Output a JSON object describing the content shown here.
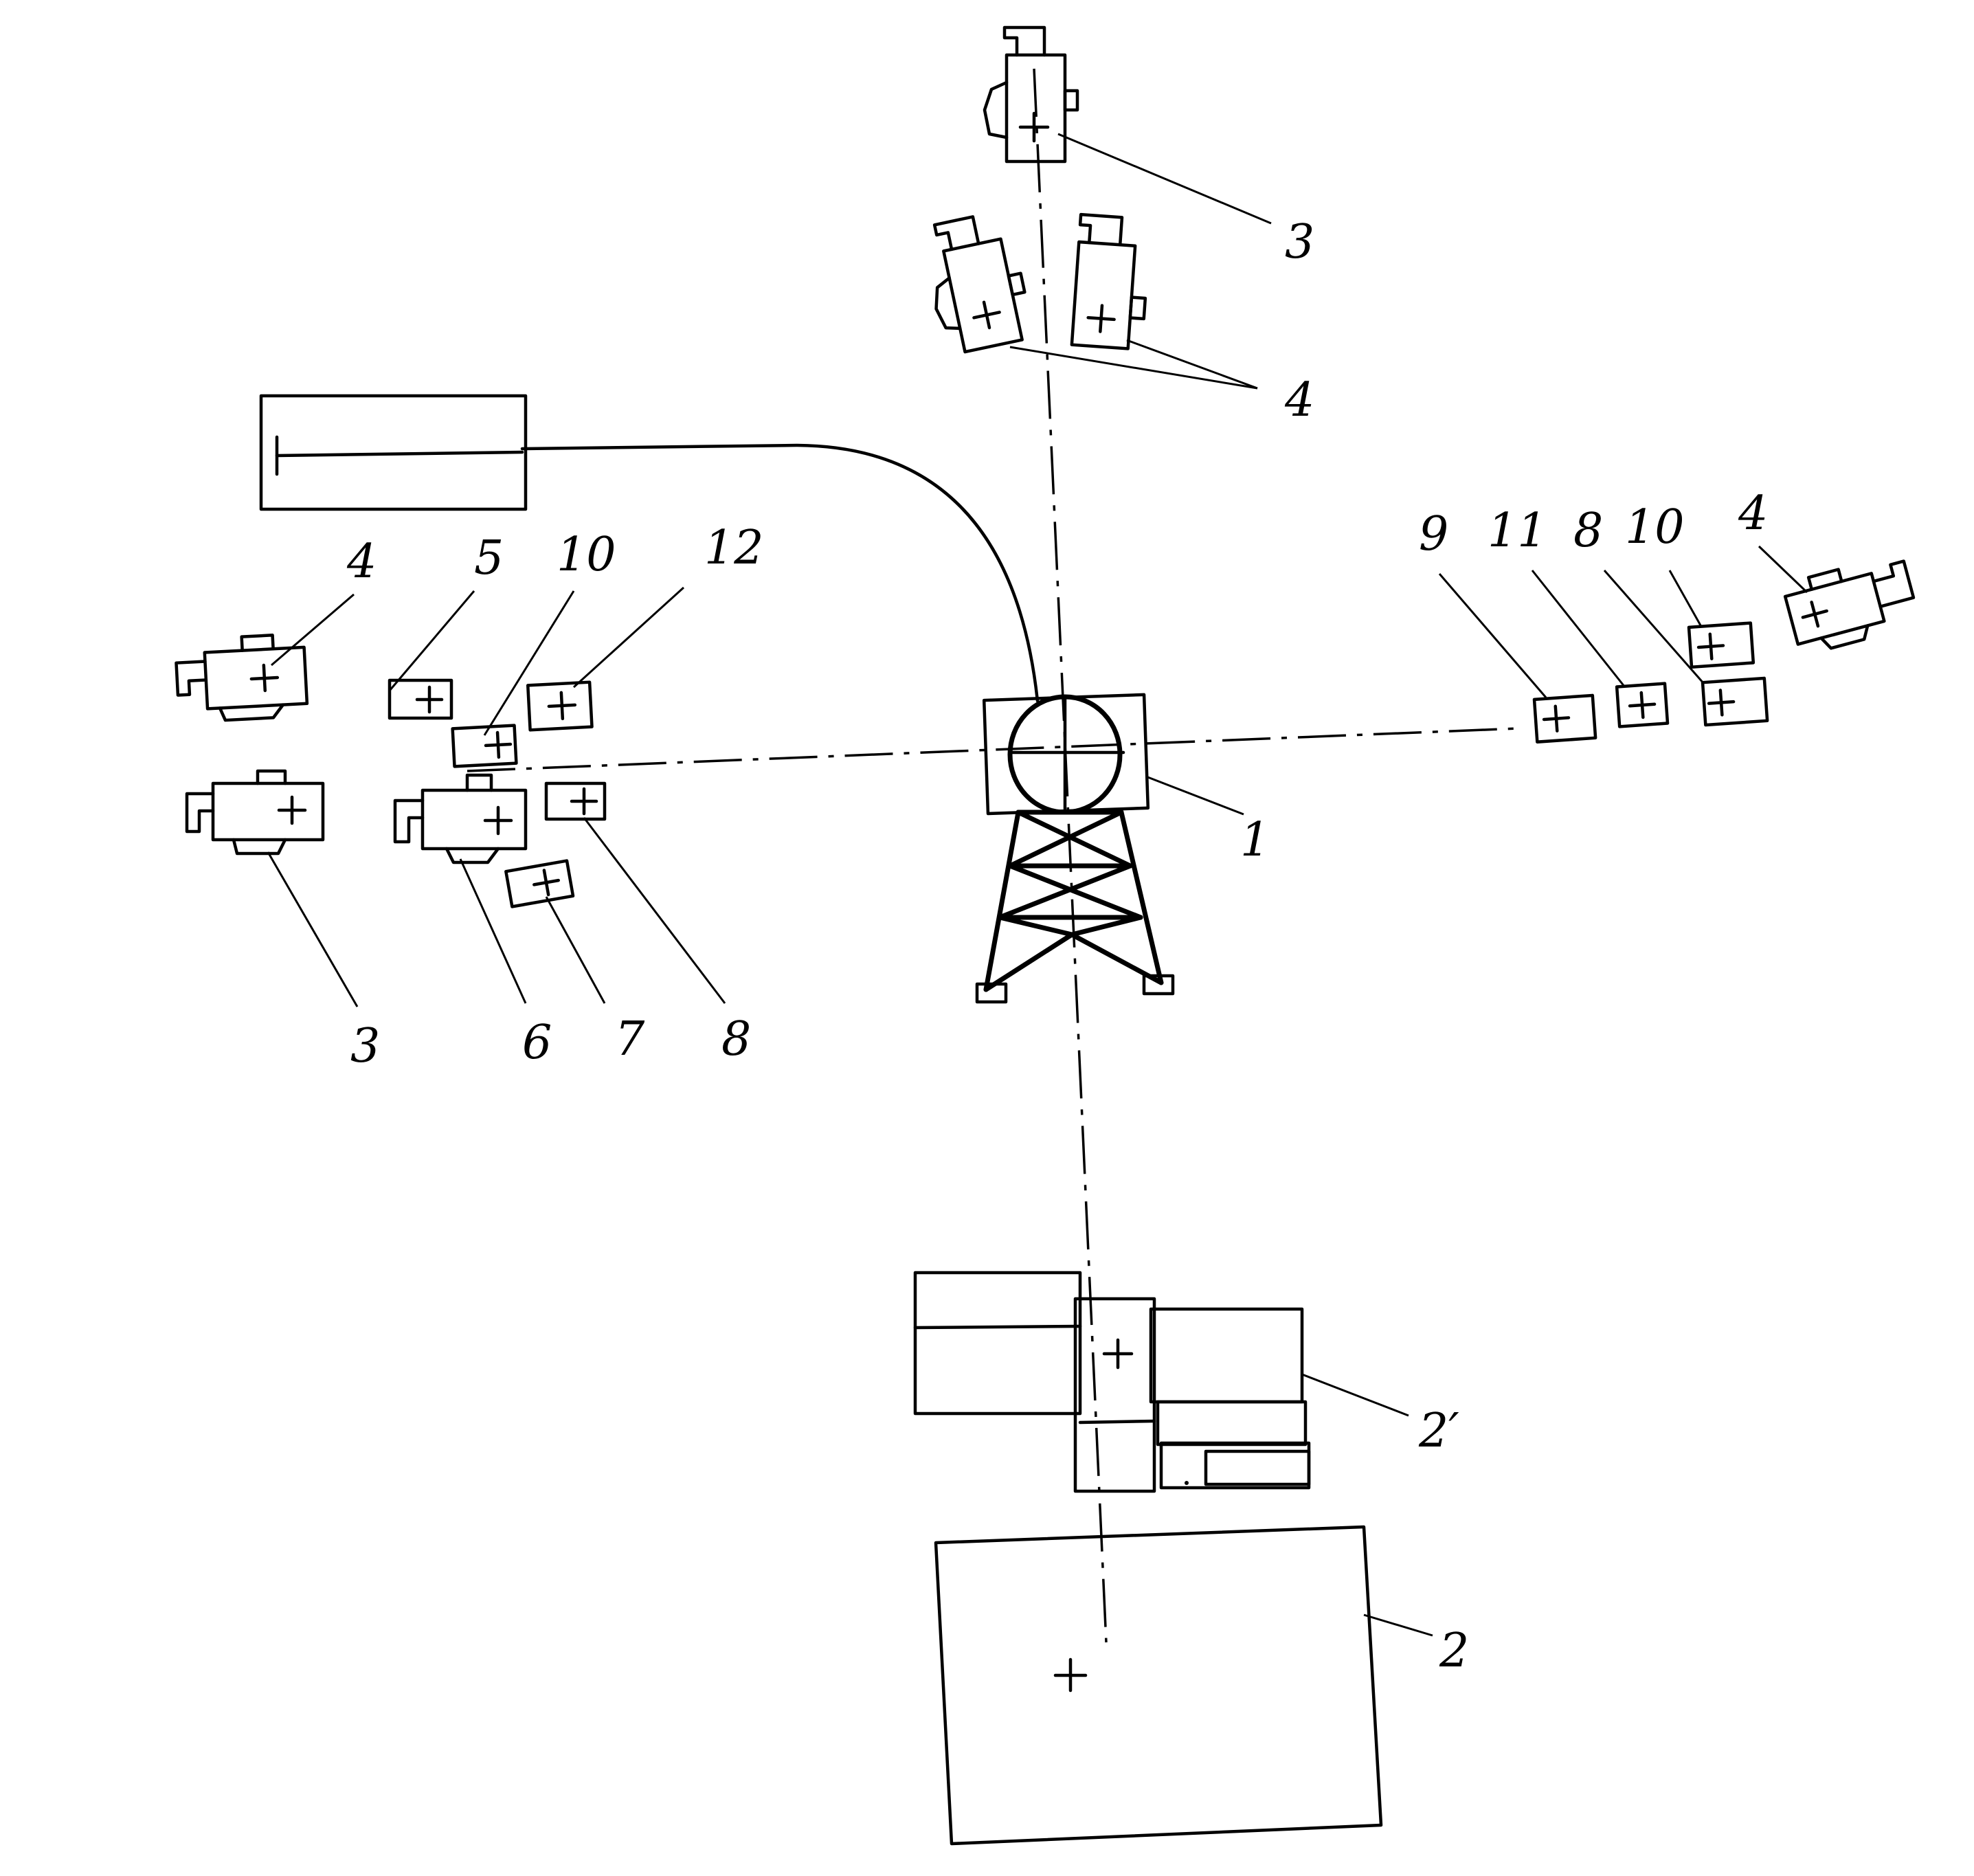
{
  "diagram": {
    "labels": {
      "drilling_rig": "1",
      "unit_main": "2",
      "unit_prime": "2′",
      "top_single": "3",
      "top_pair": "4",
      "left_upper": "4",
      "left_5": "5",
      "left_10": "10",
      "left_12": "12",
      "left_lower": "3",
      "left_6": "6",
      "left_7": "7",
      "left_8": "8",
      "right_9": "9",
      "right_11": "11",
      "right_8": "8",
      "right_10": "10",
      "right_4": "4"
    }
  }
}
